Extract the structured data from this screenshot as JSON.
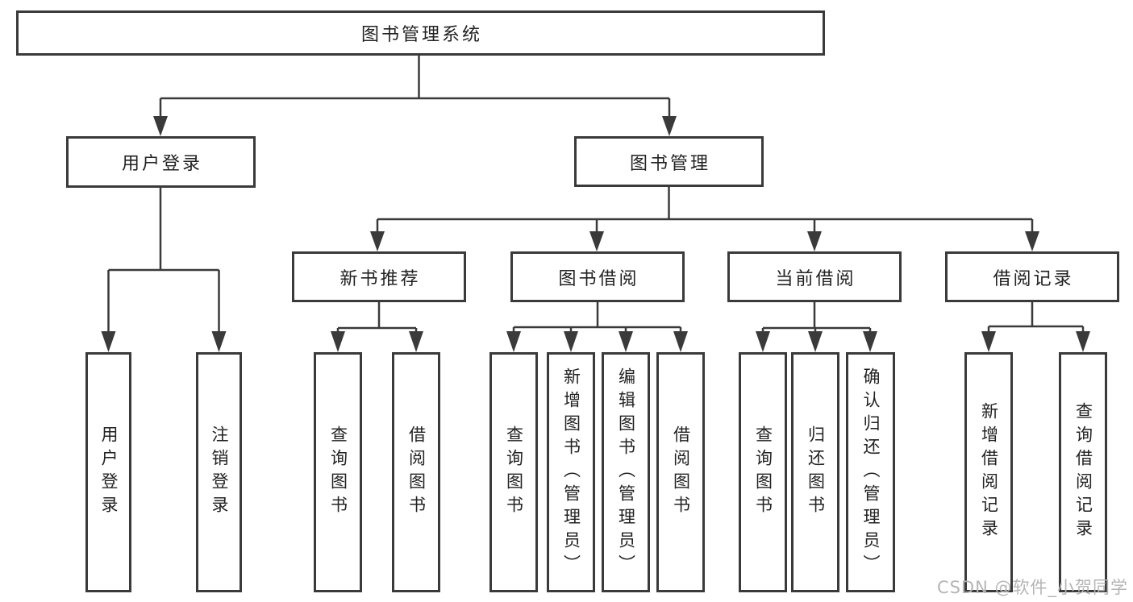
{
  "diagram": {
    "title": "图书管理系统",
    "root": {
      "label": "图书管理系统"
    },
    "level2": [
      {
        "id": "user-login",
        "label": "用户登录"
      },
      {
        "id": "book-management",
        "label": "图书管理"
      }
    ],
    "level3": [
      {
        "id": "new-book-recommend",
        "label": "新书推荐"
      },
      {
        "id": "book-borrow",
        "label": "图书借阅"
      },
      {
        "id": "current-borrow",
        "label": "当前借阅"
      },
      {
        "id": "borrow-records",
        "label": "借阅记录"
      }
    ],
    "leaves": {
      "user_login": [
        "用户登录",
        "注销登录"
      ],
      "new_book": [
        "查询图书",
        "借阅图书"
      ],
      "book_borrow": [
        "查询图书",
        "新增图书（管理员）",
        "编辑图书（管理员）",
        "借阅图书"
      ],
      "current_borrow": [
        "查询图书",
        "归还图书",
        "确认归还（管理员）"
      ],
      "records": [
        "新增借阅记录",
        "查询借阅记录"
      ]
    }
  },
  "watermark": {
    "text": "CSDN @软件_小贺同学"
  },
  "colors": {
    "line": "#3a3a3a",
    "text": "#222222",
    "watermark": "#b5b5b5",
    "background": "#ffffff"
  }
}
